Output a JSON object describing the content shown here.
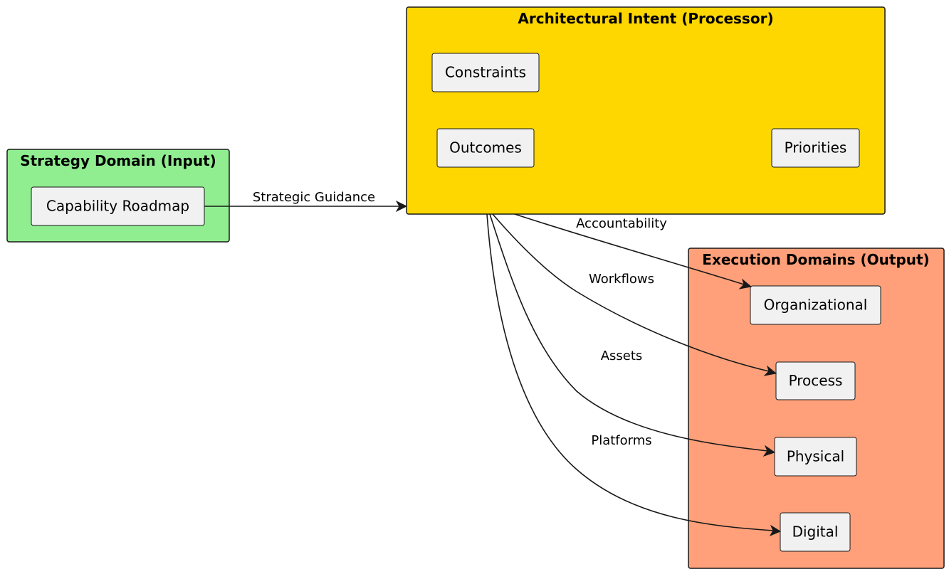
{
  "packages": {
    "strategy": {
      "title": "Strategy Domain (Input)",
      "color": "#90EE90"
    },
    "intent": {
      "title": "Architectural Intent (Processor)",
      "color": "#FFD700"
    },
    "execution": {
      "title": "Execution Domains (Output)",
      "color": "#FFA07A"
    }
  },
  "nodes": {
    "roadmap": "Capability Roadmap",
    "constraints": "Constraints",
    "outcomes": "Outcomes",
    "priorities": "Priorities",
    "organizational": "Organizational",
    "process": "Process",
    "physical": "Physical",
    "digital": "Digital"
  },
  "edges": {
    "strategic_guidance": "Strategic Guidance",
    "accountability": "Accountability",
    "workflows": "Workflows",
    "assets": "Assets",
    "platforms": "Platforms"
  },
  "colors": {
    "node_fill": "#F1F1F1",
    "border": "#181818"
  }
}
